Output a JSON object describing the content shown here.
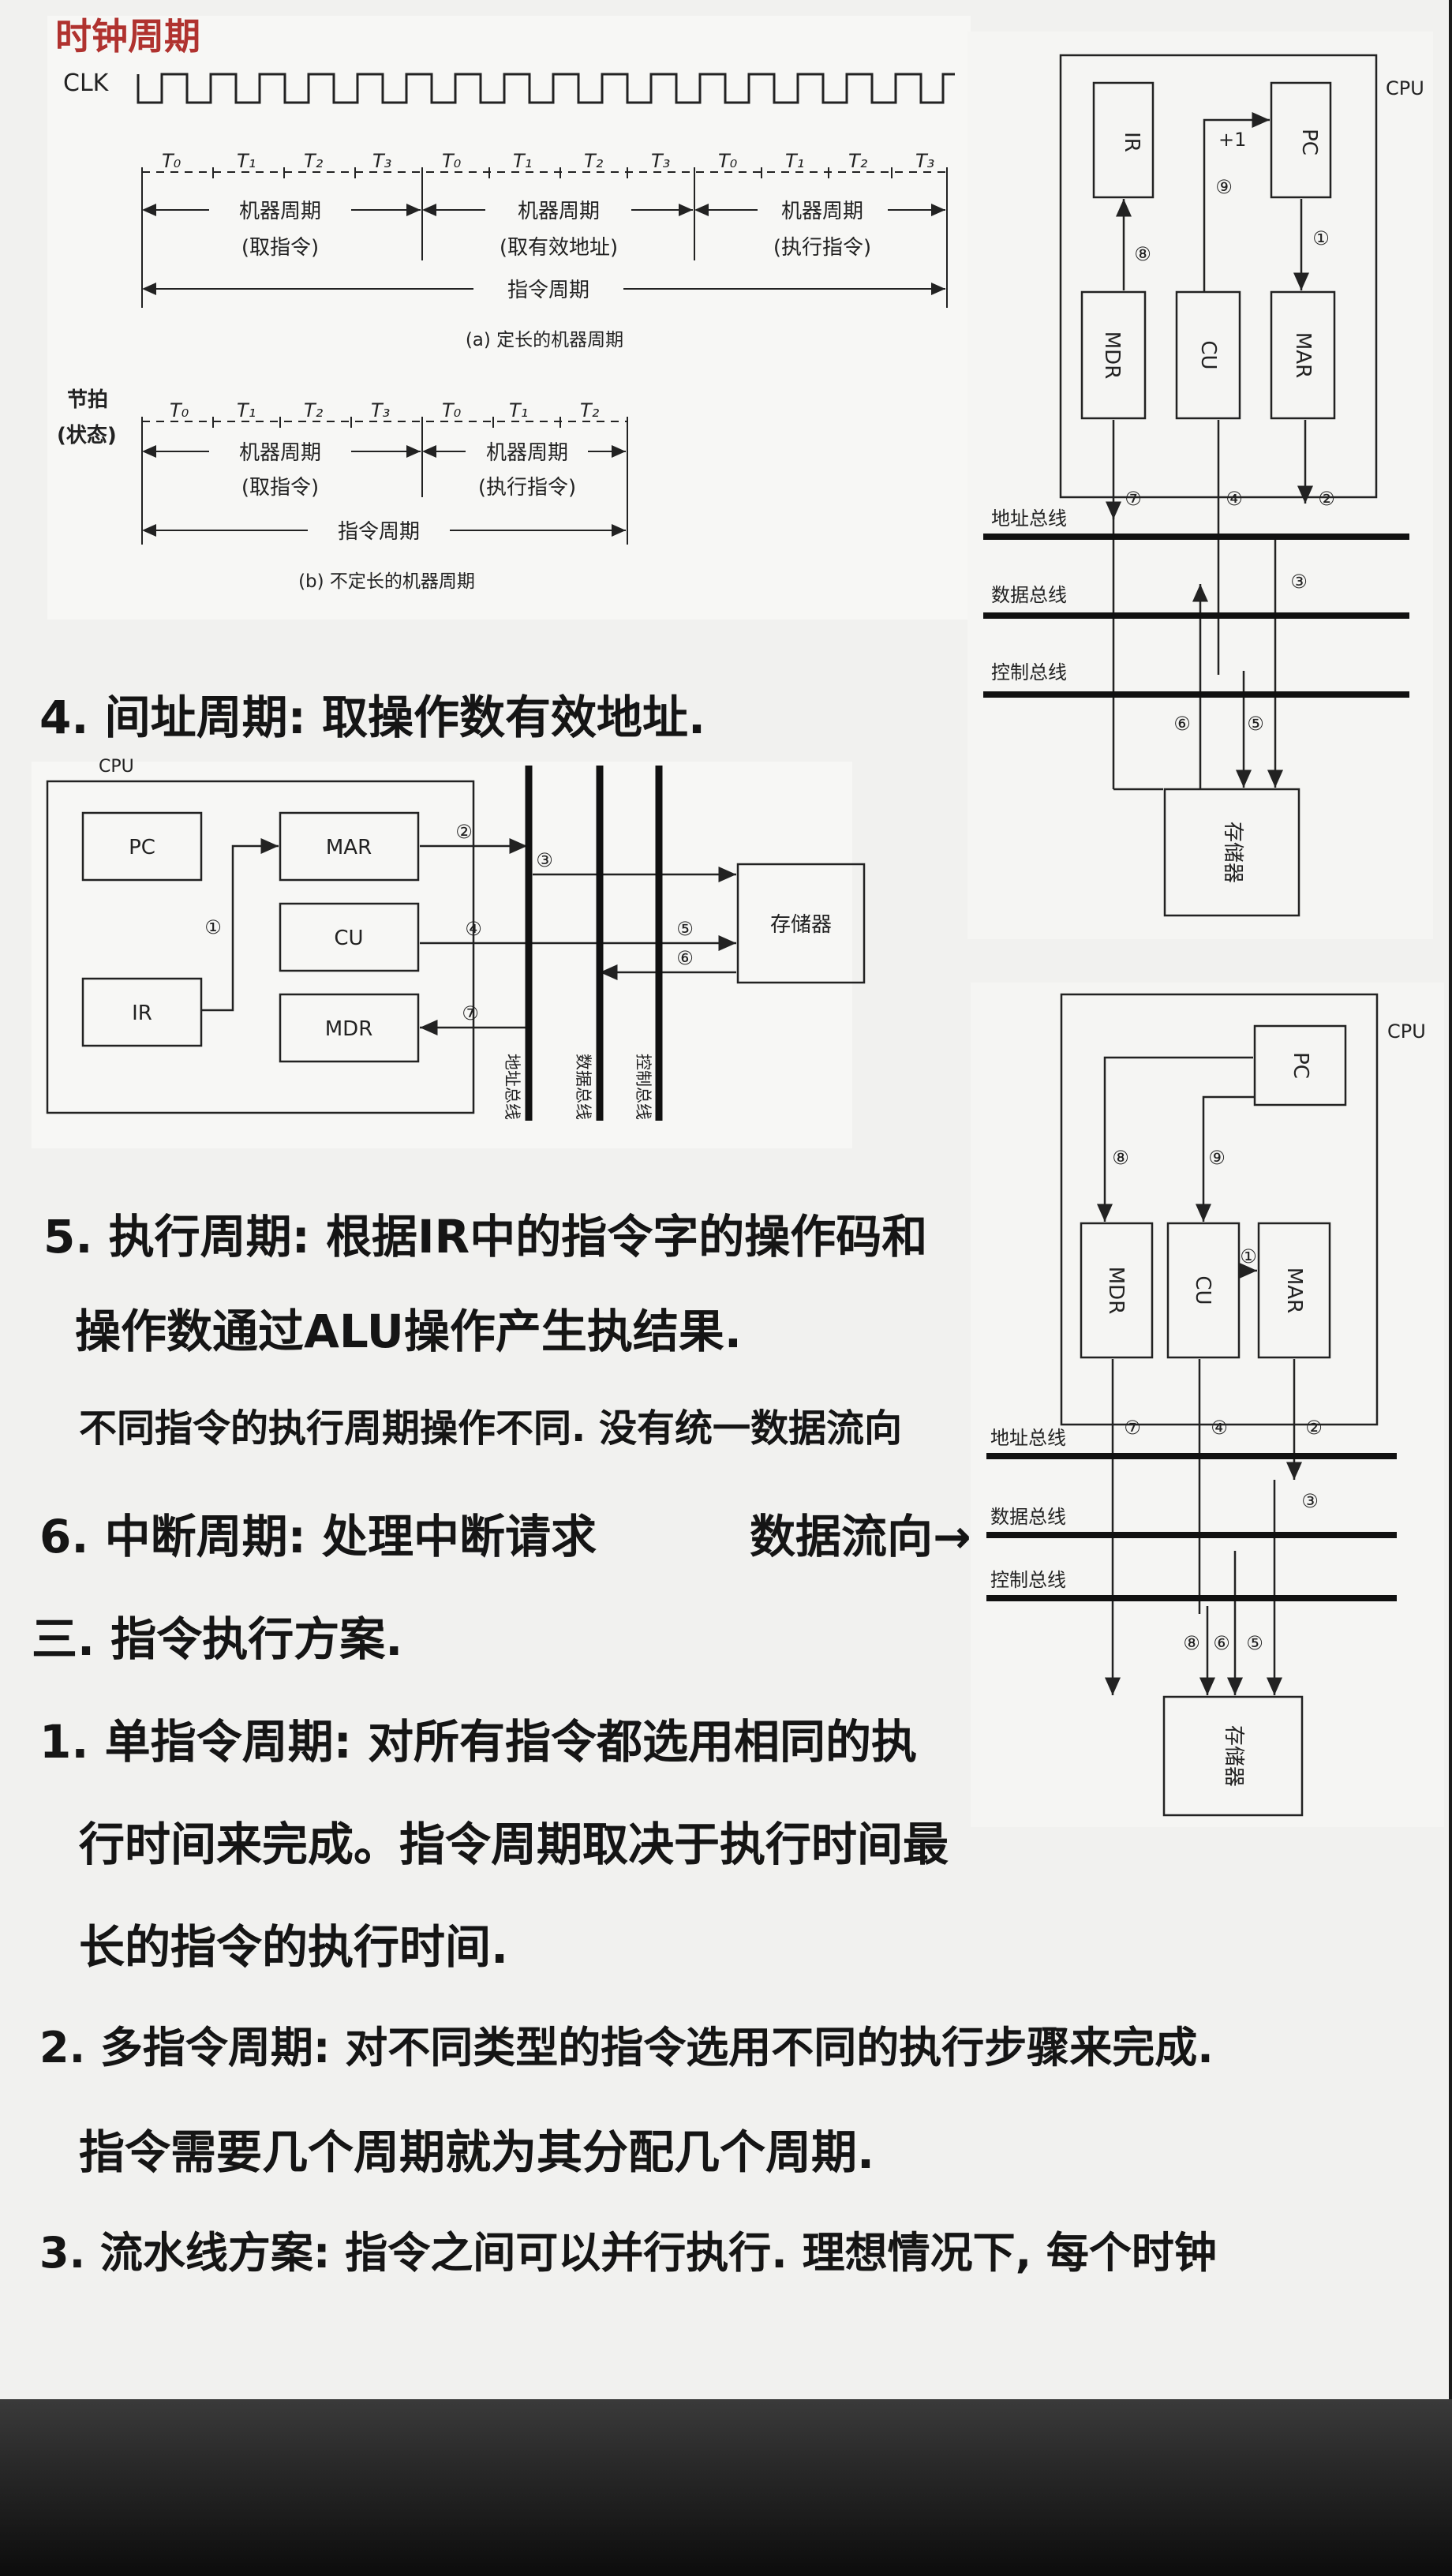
{
  "title": "时钟周期",
  "timing": {
    "clk": "CLK",
    "t_labels": [
      "T₀",
      "T₁",
      "T₂",
      "T₃"
    ],
    "a_cycles": [
      {
        "name": "机器周期",
        "sub": "(取指令)"
      },
      {
        "name": "机器周期",
        "sub": "(取有效地址)"
      },
      {
        "name": "机器周期",
        "sub": "(执行指令)"
      }
    ],
    "a_instr": "指令周期",
    "a_caption": "(a) 定长的机器周期",
    "b_side_1": "节拍",
    "b_side_2": "(状态)",
    "b_cycles": [
      {
        "name": "机器周期",
        "sub": "(取指令)"
      },
      {
        "name": "机器周期",
        "sub": "(执行指令)"
      }
    ],
    "b_instr": "指令周期",
    "b_caption": "(b) 不定长的机器周期"
  },
  "diagram_fetch": {
    "ir": "IR",
    "pc": "PC",
    "mdr": "MDR",
    "cu": "CU",
    "mar": "MAR",
    "cpu": "CPU",
    "plus1": "+1",
    "addr_bus": "地址总线",
    "data_bus": "数据总线",
    "ctrl_bus": "控制总线",
    "memory": "存储器",
    "steps": [
      "①",
      "②",
      "③",
      "④",
      "⑤",
      "⑥",
      "⑦",
      "⑧",
      "⑨"
    ]
  },
  "diagram_indirect": {
    "cpu": "CPU",
    "pc": "PC",
    "ir": "IR",
    "mar": "MAR",
    "cu": "CU",
    "mdr": "MDR",
    "memory": "存储器",
    "addr_bus": "地址总线",
    "data_bus": "数据总线",
    "ctrl_bus": "控制总线"
  },
  "diagram_interrupt": {
    "cpu": "CPU",
    "pc": "PC",
    "mdr": "MDR",
    "cu": "CU",
    "mar": "MAR",
    "addr_bus": "地址总线",
    "data_bus": "数据总线",
    "ctrl_bus": "控制总线",
    "memory": "存储器"
  },
  "notes": {
    "l4": "4. 间址周期: 取操作数有效地址.",
    "l5a": "5. 执行周期: 根据IR中的指令字的操作码和",
    "l5b": "操作数通过ALU操作产生执结果.",
    "l5c": "不同指令的执行周期操作不同. 没有统一数据流向",
    "l6": "6. 中断周期: 处理中断请求",
    "l6_side": "数据流向→",
    "h3": "三. 指令执行方案.",
    "p1a": "1. 单指令周期: 对所有指令都选用相同的执",
    "p1b": "行时间来完成。指令周期取决于执行时间最",
    "p1c": "长的指令的执行时间.",
    "p2a": "2. 多指令周期: 对不同类型的指令选用不同的执行步骤来完成.",
    "p2b": "指令需要几个周期就为其分配几个周期.",
    "p3": "3. 流水线方案: 指令之间可以并行执行. 理想情况下, 每个时钟"
  }
}
